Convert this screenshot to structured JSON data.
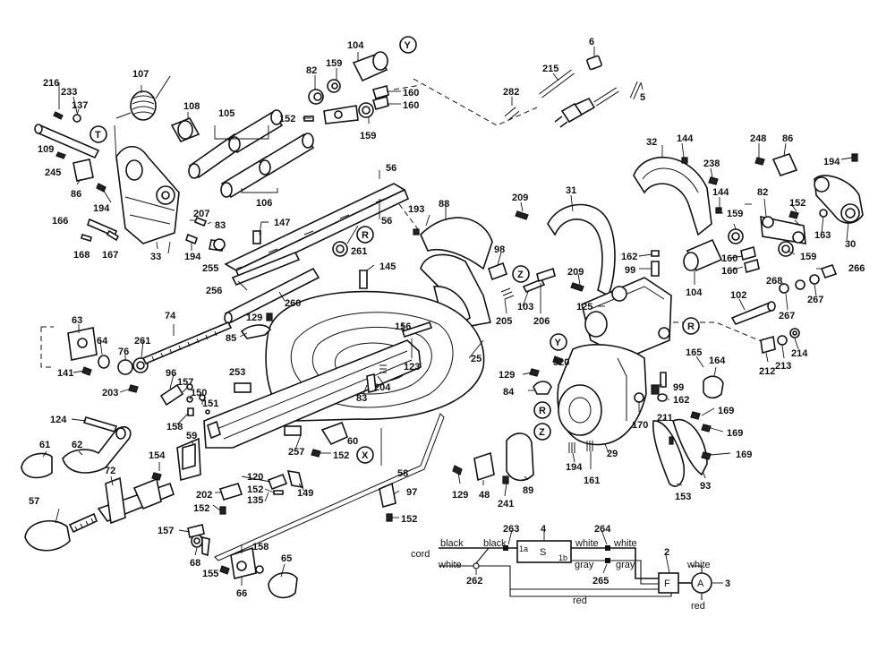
{
  "parts": {
    "216": "216",
    "233": "233",
    "137": "137",
    "107": "107",
    "108": "108",
    "105": "105",
    "104": "104",
    "159": "159",
    "82": "82",
    "152": "152",
    "160": "160",
    "6": "6",
    "215": "215",
    "282": "282",
    "5": "5",
    "109": "109",
    "245": "245",
    "86": "86",
    "194": "194",
    "207": "207",
    "83": "83",
    "166": "166",
    "168": "168",
    "167": "167",
    "33": "33",
    "106": "106",
    "147": "147",
    "255": "255",
    "256": "256",
    "56": "56",
    "261": "261",
    "260": "260",
    "145": "145",
    "88": "88",
    "193": "193",
    "98": "98",
    "205": "205",
    "103": "103",
    "206": "206",
    "25": "25",
    "156": "156",
    "123": "123",
    "204": "204",
    "129": "129",
    "85": "85",
    "63": "63",
    "64": "64",
    "76": "76",
    "261b": "261",
    "74": "74",
    "141": "141",
    "203": "203",
    "96": "96",
    "157": "157",
    "150": "150",
    "151": "151",
    "253": "253",
    "158": "158",
    "124": "124",
    "61": "61",
    "62": "62",
    "59": "59",
    "154": "154",
    "72": "72",
    "57": "57",
    "202": "202",
    "120": "120",
    "135": "135",
    "149": "149",
    "257": "257",
    "60": "60",
    "58": "58",
    "97": "97",
    "68": "68",
    "155": "155",
    "66": "66",
    "65": "65",
    "32": "32",
    "144": "144",
    "238": "238",
    "31": "31",
    "209": "209",
    "162": "162",
    "99": "99",
    "125": "125",
    "320": "320",
    "84": "84",
    "29": "29",
    "48": "48",
    "241": "241",
    "89": "89",
    "161": "161",
    "170": "170",
    "211": "211",
    "153": "153",
    "93": "93",
    "169": "169",
    "165": "165",
    "164": "164",
    "102": "102",
    "212": "212",
    "213": "213",
    "214": "214",
    "267": "267",
    "268": "268",
    "266": "266",
    "30": "30",
    "163": "163",
    "248": "248",
    "263": "263",
    "4": "4",
    "264": "264",
    "2": "2",
    "3": "3",
    "262": "262",
    "265": "265"
  },
  "callouts": {
    "Y": "Y",
    "T": "T",
    "R": "R",
    "Z": "Z",
    "X": "X"
  },
  "wiring": {
    "cord": "cord",
    "black1": "black",
    "black2": "black",
    "white1": "white",
    "white2": "white",
    "white3": "white",
    "white_cord": "white",
    "gray1": "gray",
    "gray2": "gray",
    "red1": "red",
    "red2": "red",
    "switch": "S",
    "switch_1a": "1a",
    "switch_1b": "1b",
    "fuse": "F",
    "motor": "A"
  }
}
